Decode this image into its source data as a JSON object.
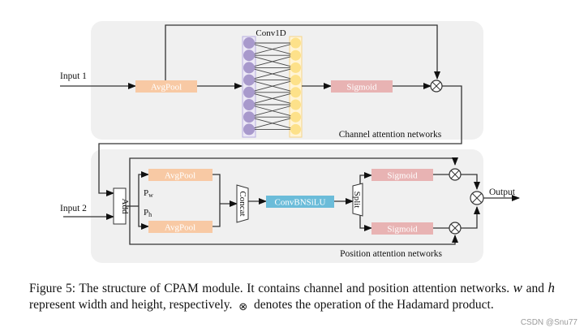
{
  "diagram": {
    "top_panel": {
      "label": "Channel attention networks",
      "input_label": "Input 1",
      "avgpool_label": "AvgPool",
      "conv_label": "Conv1D",
      "sigmoid_label": "Sigmoid",
      "input_nodes": 8,
      "output_nodes": 8
    },
    "bottom_panel": {
      "label": "Position attention networks",
      "input_label": "Input 2",
      "add_label": "Add",
      "avgpool_top_label": "AvgPool",
      "avgpool_bottom_label": "AvgPool",
      "pw_label": "P",
      "pw_sub": "w",
      "ph_label": "P",
      "ph_sub": "h",
      "concat_label": "Concat",
      "conv_label": "ConvBNSiLU",
      "split_label": "Split",
      "sigmoid_top_label": "Sigmoid",
      "sigmoid_bottom_label": "Sigmoid",
      "output_label": "Output"
    },
    "colors": {
      "panel_bg": "#f0f0f0",
      "avgpool": "#f8c9a4",
      "sigmoid": "#e8b3b3",
      "conv_bn": "#6bbcd9",
      "node_purple": "#a899cc",
      "node_yellow": "#fde18a",
      "line": "#3a3a3a"
    }
  },
  "caption": {
    "part1": "Figure 5: The structure of CPAM module. It contains channel and position attention networks.",
    "w": "w",
    "and": "and",
    "h": "h",
    "part2": "represent width and height, respectively.",
    "otimes": "⊗",
    "part3": "denotes the operation of the Hadamard product."
  },
  "watermark": "CSDN @Snu77"
}
